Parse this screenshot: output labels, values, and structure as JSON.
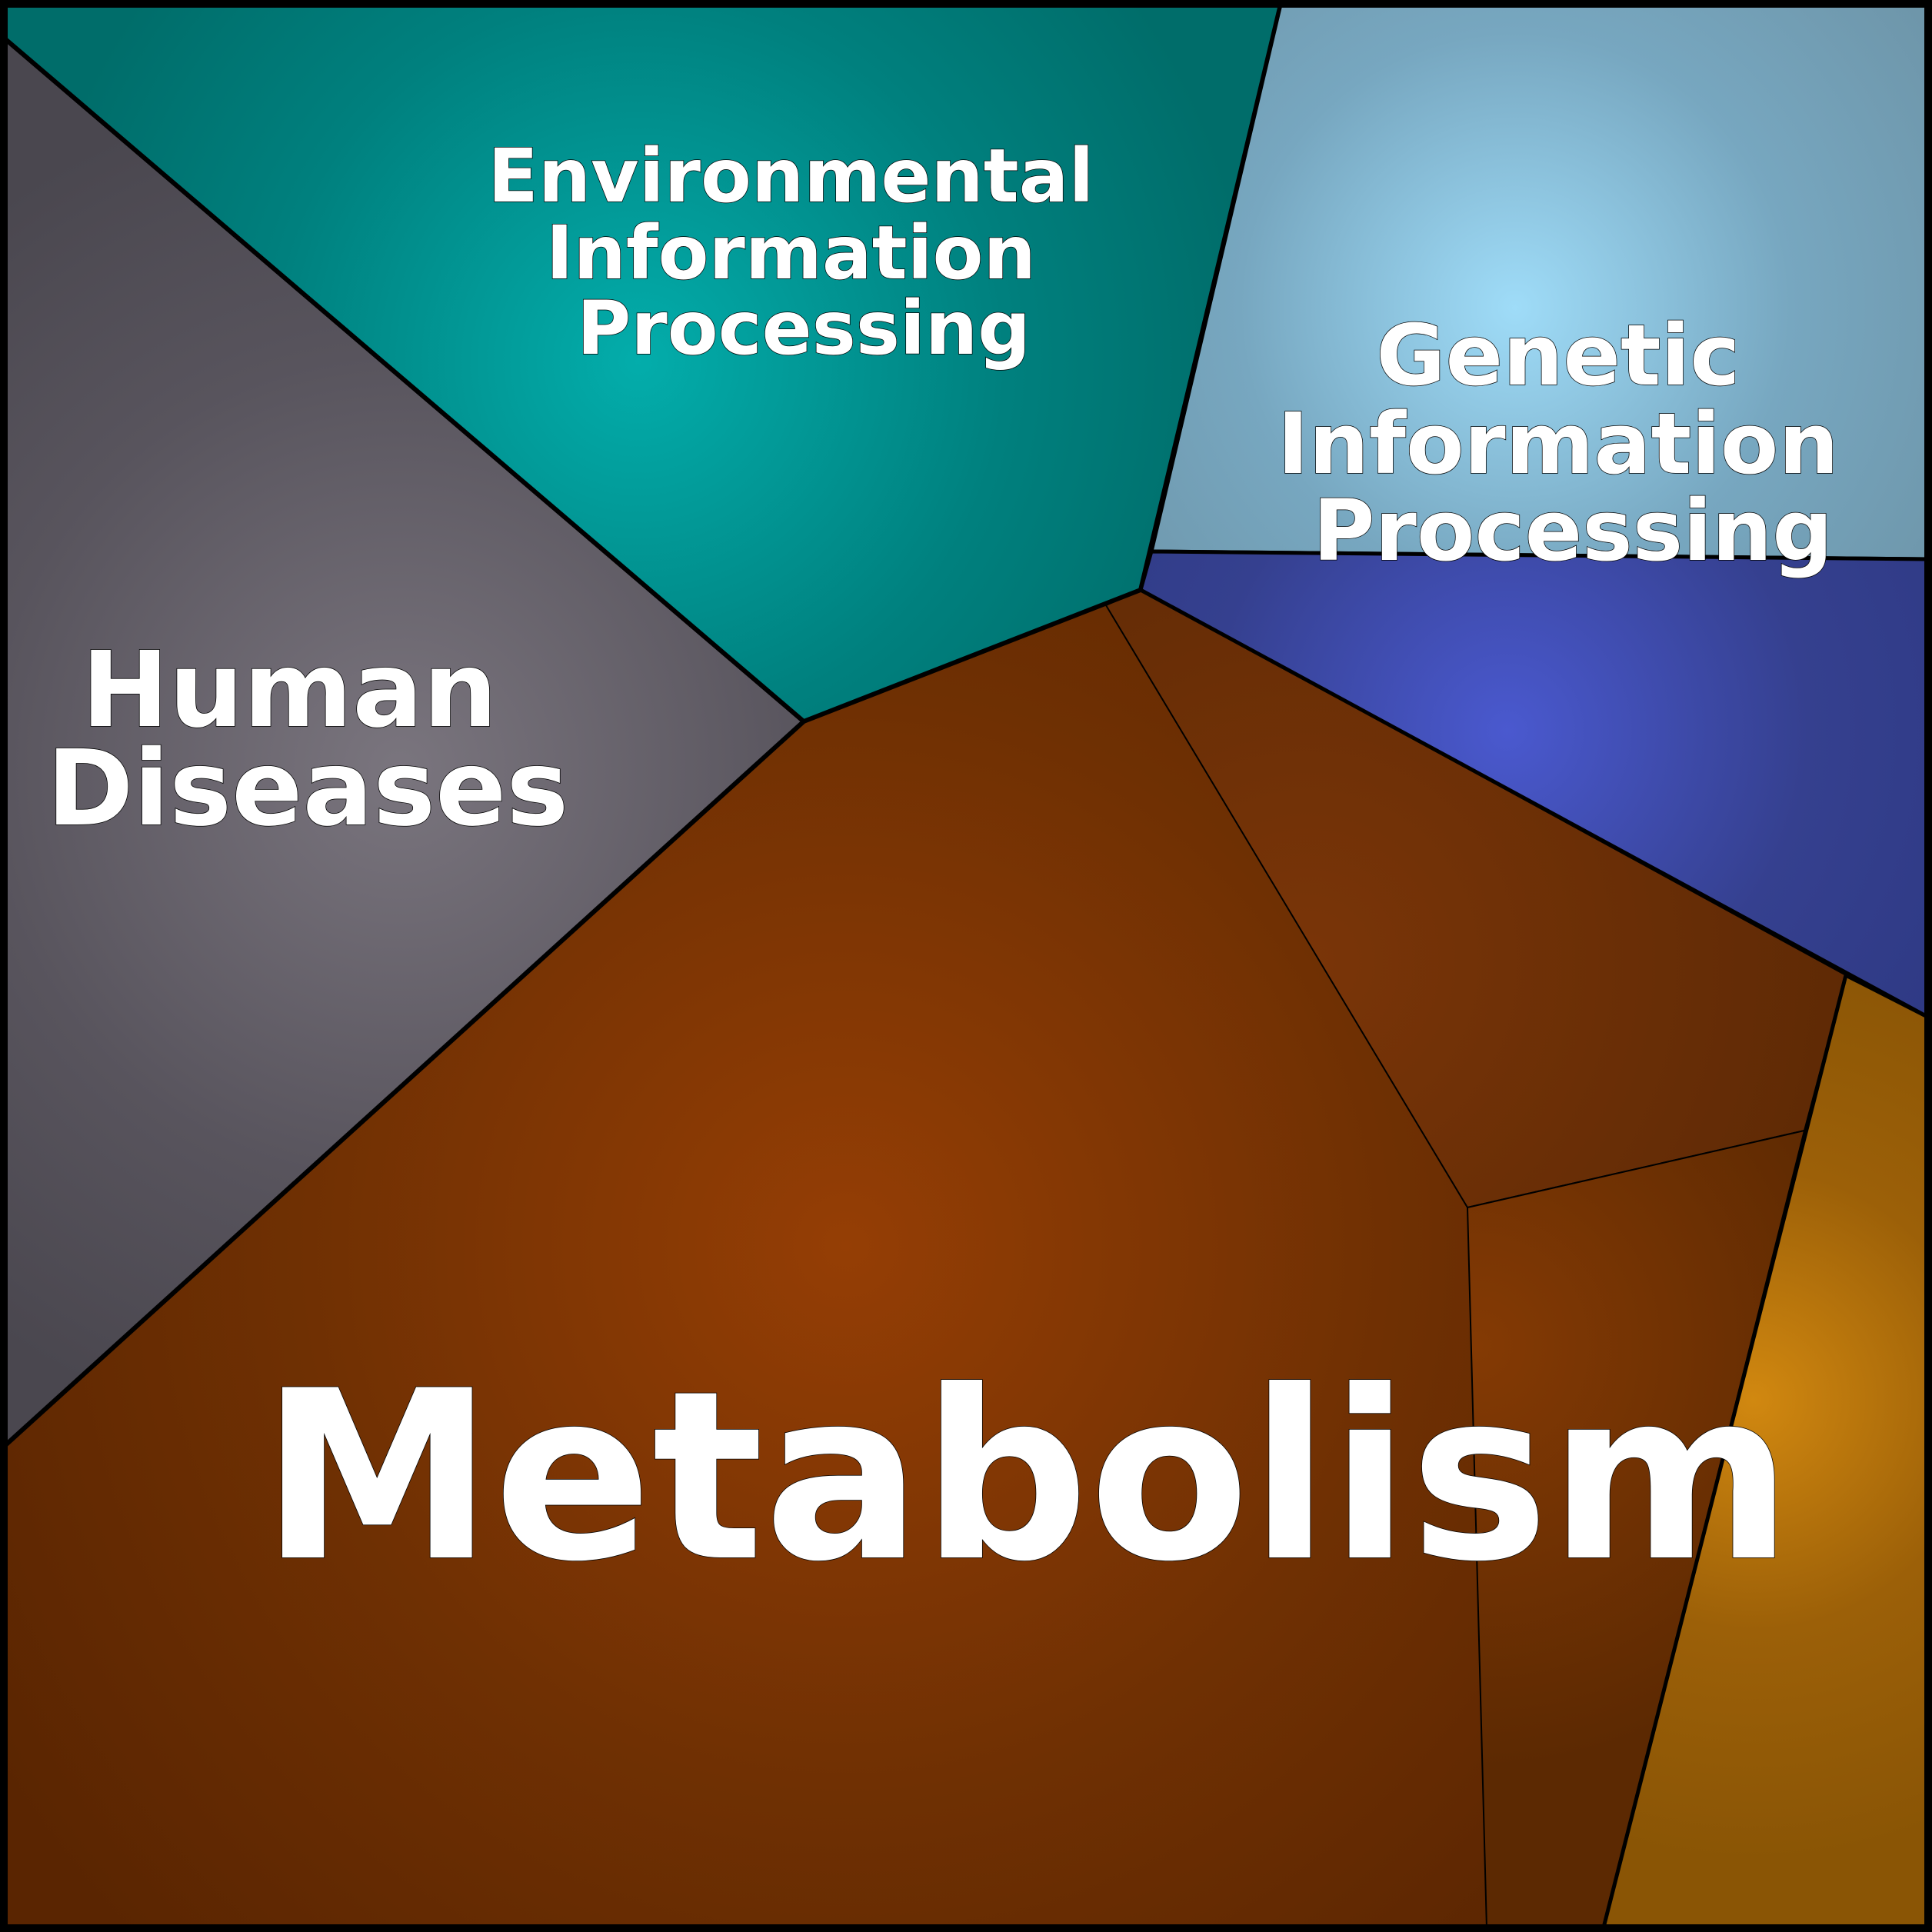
{
  "regions": {
    "metabolism": {
      "label": "Metabolism",
      "color": "#7b3305"
    },
    "human_diseases": {
      "label_lines": [
        "Human",
        "Diseases"
      ],
      "color": "#5a565e"
    },
    "environmental_information_processing": {
      "label_lines": [
        "Environmental",
        "Information",
        "Processing"
      ],
      "color": "#00807e"
    },
    "genetic_information_processing": {
      "label_lines": [
        "Genetic",
        "Information",
        "Processing"
      ],
      "color": "#77a7c0"
    },
    "blue_subregion": {
      "color": "#35408f"
    },
    "orange_subregion": {
      "color": "#a2660c"
    }
  },
  "colors": {
    "border": "#000000",
    "text": "#ffffff"
  }
}
